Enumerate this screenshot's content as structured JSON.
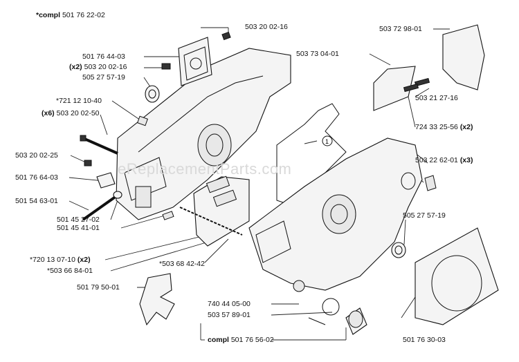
{
  "watermark": "eReplacementParts.com",
  "callout_marker": "1",
  "labels": {
    "compl_top_prefix": "*compl",
    "compl_top_num": "501 76 22-02",
    "l01": "503 20 02-16",
    "l02": "501 76 44-03",
    "l03_prefix": "(x2)",
    "l03_num": "503 20 02-16",
    "l04": "505 27 57-19",
    "l05": "*721 12 10-40",
    "l06_prefix": "(x6)",
    "l06_num": "503 20 02-50",
    "l07": "503 20 02-25",
    "l08": "501 76 64-03",
    "l09": "501 54 63-01",
    "l10": "501 45 27-02",
    "l11": "501 45 41-01",
    "l12_num": "*720 13 07-10",
    "l12_suffix": "(x2)",
    "l13": "*503 66 84-01",
    "l14": "*503 68 42-42",
    "l15": "501 79 50-01",
    "l16": "740 44 05-00",
    "l17": "503 57 89-01",
    "compl_bottom_prefix": "compl",
    "compl_bottom_num": "501 76 56-02",
    "l18": "503 72 98-01",
    "l19": "503 73 04-01",
    "l20": "503 21 27-16",
    "l21_num": "724 33 25-56",
    "l21_suffix": "(x2)",
    "l22_num": "503 22 62-01",
    "l22_suffix": "(x3)",
    "l23": "505 27 57-19",
    "l24": "501 76 30-03"
  }
}
